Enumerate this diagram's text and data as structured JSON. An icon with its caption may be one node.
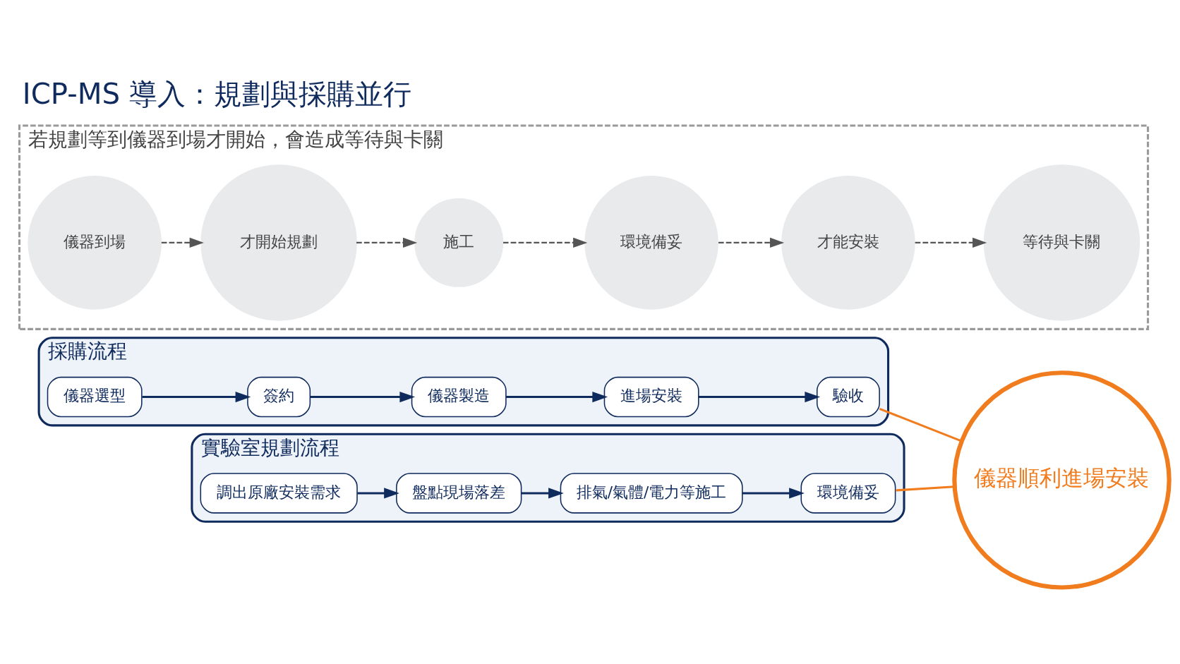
{
  "diagram": {
    "title": "ICP-MS 導入：規劃與採購並行",
    "nodes": [
      {
        "text": [
          "採購流程"
        ]
      },
      {
        "text": [
          "儀器選型"
        ],
        "in": 0
      },
      {
        "text": [
          "簽約"
        ],
        "in": 0
      },
      {
        "text": [
          "儀器製造"
        ],
        "in": 0
      },
      {
        "text": [
          "進場安裝"
        ],
        "in": 0
      },
      {
        "text": [
          "驗收"
        ],
        "in": 0
      },
      {
        "text": [
          "實驗室規劃流程"
        ]
      },
      {
        "text": [
          "調出原廠安裝需求"
        ],
        "in": 6
      },
      {
        "text": [
          "盤點現場落差"
        ],
        "in": 6
      },
      {
        "text": [
          "排氣/氣體/電力等施工"
        ],
        "in": 6
      },
      {
        "text": [
          "環境備妥"
        ],
        "in": 6
      },
      {
        "text": [
          "儀器順利進場安裝"
        ]
      },
      {
        "text": [
          "若規劃等到儀器到場才開始，會造成等待與卡關"
        ]
      },
      {
        "text": [
          "儀器到場"
        ],
        "in": 12
      },
      {
        "text": [
          "才開始規劃"
        ],
        "in": 12
      },
      {
        "text": [
          "施工"
        ],
        "in": 12
      },
      {
        "text": [
          "環境備妥"
        ],
        "in": 12
      },
      {
        "text": [
          "才能安裝"
        ],
        "in": 12
      },
      {
        "text": [
          "等待與卡關"
        ],
        "in": 12
      }
    ],
    "edges": [
      {
        "from": 1,
        "to": 2,
        "arrow": "to"
      },
      {
        "from": 2,
        "to": 3,
        "arrow": "to"
      },
      {
        "from": 3,
        "to": 4,
        "arrow": "to"
      },
      {
        "from": 4,
        "to": 5,
        "arrow": "to"
      },
      {
        "from": 5,
        "to": 11,
        "arrow": "none",
        "color": "#f07c1e"
      },
      {
        "from": 7,
        "to": 8,
        "arrow": "to"
      },
      {
        "from": 8,
        "to": 9,
        "arrow": "to"
      },
      {
        "from": 9,
        "to": 10,
        "arrow": "to"
      },
      {
        "from": 10,
        "to": 11,
        "arrow": "none",
        "color": "#f07c1e"
      },
      {
        "from": 13,
        "to": 14,
        "arrow": "to",
        "style": "dashed",
        "color": "#555555"
      },
      {
        "from": 14,
        "to": 15,
        "arrow": "to",
        "style": "dashed",
        "color": "#555555"
      },
      {
        "from": 15,
        "to": 16,
        "arrow": "to",
        "style": "dashed",
        "color": "#555555"
      },
      {
        "from": 16,
        "to": 17,
        "arrow": "to",
        "style": "dashed",
        "color": "#555555"
      },
      {
        "from": 17,
        "to": 18,
        "arrow": "to",
        "style": "dashed",
        "color": "#555555"
      }
    ]
  }
}
